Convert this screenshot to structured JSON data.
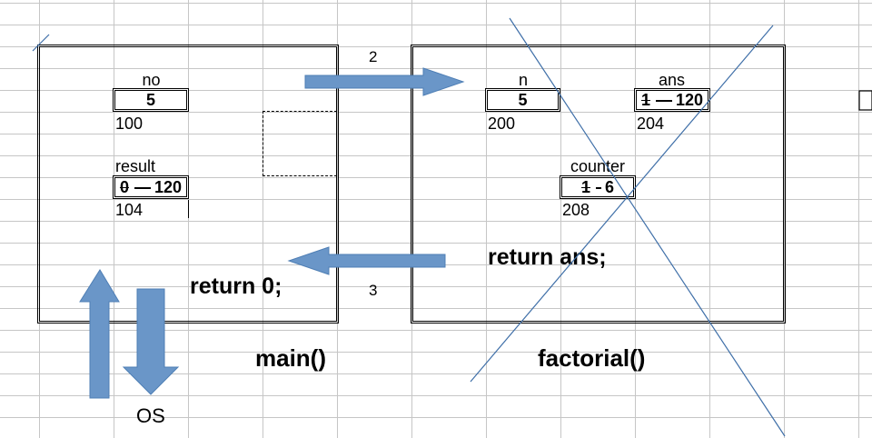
{
  "main": {
    "title": "main()",
    "return_text": "return 0;",
    "variables": [
      {
        "name": "no",
        "old_value": "",
        "value": "5",
        "address": "100"
      },
      {
        "name": "result",
        "old_value": "0",
        "value": "120",
        "address": "104"
      }
    ]
  },
  "factorial": {
    "title": "factorial()",
    "return_text": "return ans;",
    "variables": [
      {
        "name": "n",
        "old_value": "",
        "value": "5",
        "address": "200"
      },
      {
        "name": "ans",
        "old_value": "1",
        "value": "120",
        "address": "204"
      },
      {
        "name": "counter",
        "old_value": "1",
        "value": "6",
        "address": "208"
      }
    ]
  },
  "calls": {
    "call_step": "2",
    "return_step": "3",
    "os_label": "OS"
  },
  "colors": {
    "arrow_fill": "#6a96c8",
    "arrow_stroke": "#4f7fb5",
    "cross_line": "#3f6fa8",
    "grid": "#c6c6c6"
  }
}
